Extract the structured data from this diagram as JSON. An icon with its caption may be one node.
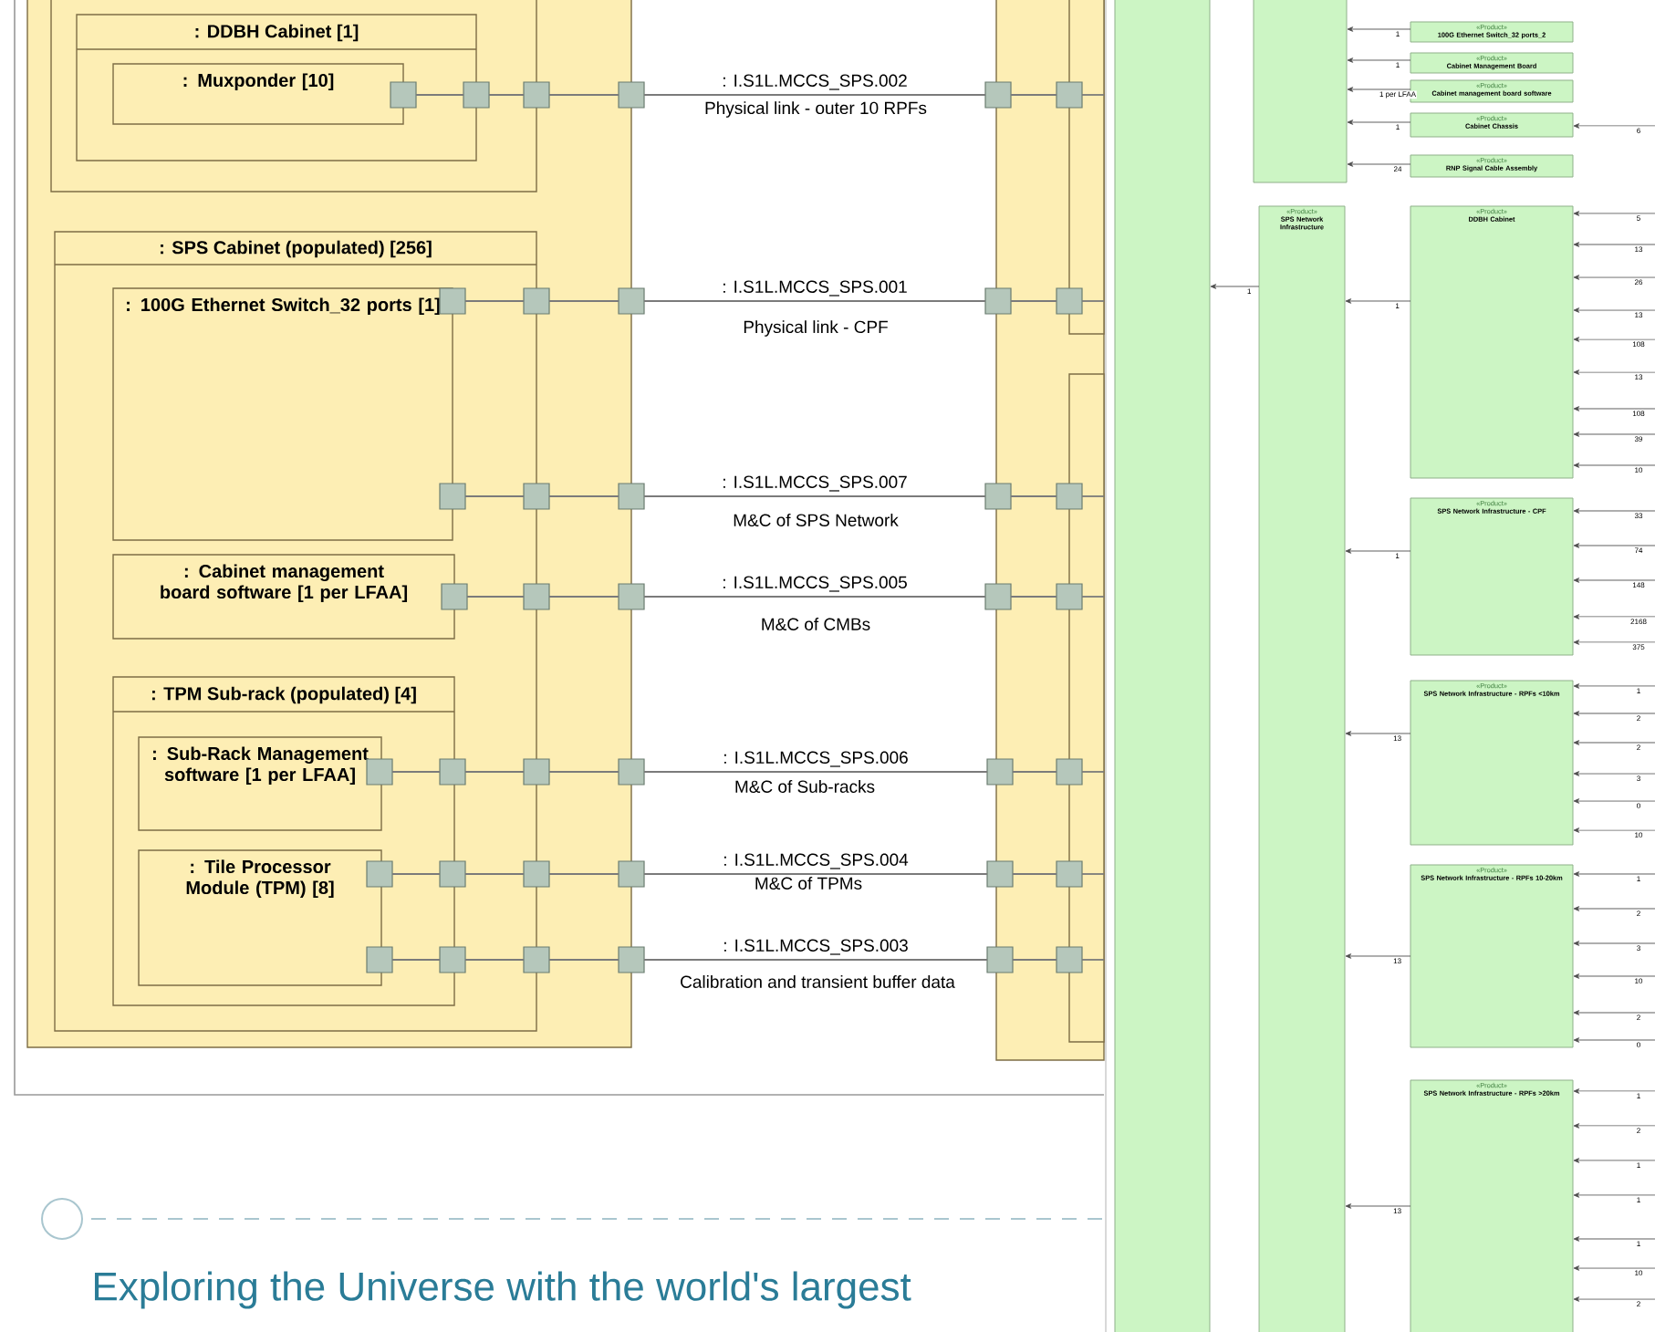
{
  "diagram": {
    "nodes": [
      {
        "text": [],
        "shape": "box"
      },
      {
        "text": [],
        "shape": "box",
        "in": 0
      },
      {
        "text": [
          ": DDBH Cabinet [1]"
        ],
        "in": 1
      },
      {
        "text": [
          ": Muxponder [10]"
        ],
        "in": 2
      },
      {
        "text": [
          ": SPS Cabinet (populated) [256]"
        ],
        "in": 0
      },
      {
        "text": [
          ": 100G Ethernet Switch_32 ports [1]"
        ],
        "in": 4
      },
      {
        "text": [
          ": Cabinet management board software [1 per LFAA]"
        ],
        "in": 4
      },
      {
        "text": [
          ": TPM Sub-rack (populated) [4]"
        ],
        "in": 4
      },
      {
        "text": [
          ": Sub-Rack Management software [1 per LFAA]"
        ],
        "in": 7
      },
      {
        "text": [
          ": Tile Processor Module (TPM) [8]"
        ],
        "in": 7
      },
      {
        "text": [],
        "shape": "box"
      },
      {
        "text": [],
        "shape": "box",
        "in": 10
      },
      {
        "text": [],
        "shape": "box",
        "in": 10
      },
      {
        "text": [],
        "shape": "box",
        "in": 2
      },
      {
        "text": [],
        "shape": "box",
        "in": 1
      },
      {
        "text": [],
        "shape": "box",
        "in": 0
      },
      {
        "text": [],
        "shape": "box"
      },
      {
        "text": [],
        "shape": "box"
      },
      {
        "text": [],
        "shape": "box",
        "in": 10
      },
      {
        "text": [],
        "shape": "box",
        "in": 4
      },
      {
        "text": [],
        "shape": "box",
        "in": 0
      },
      {
        "text": [],
        "shape": "box"
      },
      {
        "text": [],
        "shape": "box"
      },
      {
        "text": [],
        "shape": "box",
        "in": 10
      },
      {
        "text": [],
        "shape": "box",
        "in": 4
      },
      {
        "text": [],
        "shape": "box",
        "in": 0
      },
      {
        "text": [],
        "shape": "box"
      },
      {
        "text": [],
        "shape": "box"
      },
      {
        "text": [],
        "shape": "box",
        "in": 10
      },
      {
        "text": [],
        "shape": "box",
        "in": 4
      },
      {
        "text": [],
        "shape": "box",
        "in": 0
      },
      {
        "text": [],
        "shape": "box"
      },
      {
        "text": [],
        "shape": "box"
      },
      {
        "text": [],
        "shape": "box",
        "in": 10
      },
      {
        "text": [],
        "shape": "box",
        "in": 7
      },
      {
        "text": [],
        "shape": "box",
        "in": 4
      },
      {
        "text": [],
        "shape": "box",
        "in": 0
      },
      {
        "text": [],
        "shape": "box"
      },
      {
        "text": [],
        "shape": "box"
      },
      {
        "text": [],
        "shape": "box",
        "in": 10
      },
      {
        "text": [],
        "shape": "box",
        "in": 7
      },
      {
        "text": [],
        "shape": "box",
        "in": 4
      },
      {
        "text": [],
        "shape": "box",
        "in": 0
      },
      {
        "text": [],
        "shape": "box"
      },
      {
        "text": [],
        "shape": "box"
      },
      {
        "text": [],
        "shape": "box",
        "in": 10
      },
      {
        "text": [],
        "shape": "box",
        "in": 7
      },
      {
        "text": [],
        "shape": "box",
        "in": 4
      },
      {
        "text": [],
        "shape": "box",
        "in": 0
      },
      {
        "text": [],
        "shape": "box"
      },
      {
        "text": [],
        "shape": "box"
      },
      {
        "text": [],
        "shape": "box",
        "in": 10
      },
      {
        "text": [],
        "shape": "box"
      },
      {
        "text": [],
        "shape": "box"
      },
      {
        "text": [
          "«Product»",
          "100G Ethernet Switch_32 ports_2"
        ]
      },
      {
        "text": [
          "«Product»",
          "Cabinet Management Board"
        ]
      },
      {
        "text": [
          "«Product»",
          "Cabinet management board software"
        ]
      },
      {
        "text": [
          "«Product»",
          "Cabinet Chassis"
        ]
      },
      {
        "text": [
          "«Product»",
          "RNP Signal Cable Assembly"
        ]
      },
      {
        "text": [
          "«Product»",
          "SPS Network Infrastructure"
        ]
      },
      {
        "text": [
          "«Product»",
          "DDBH Cabinet"
        ]
      },
      {
        "text": [
          "«Product»",
          "SPS Network Infrastructure - CPF"
        ]
      },
      {
        "text": [
          "«Product»",
          "SPS Network Infrastructure - RPFs <10km"
        ]
      },
      {
        "text": [
          "«Product»",
          "SPS Network Infrastructure - RPFs 10-20km"
        ]
      },
      {
        "text": [
          "«Product»",
          "SPS Network Infrastructure - RPFs >20km"
        ]
      }
    ],
    "edges": [
      {
        "from": 13,
        "to": 14,
        "arrow": "none"
      },
      {
        "from": 14,
        "to": 15,
        "arrow": "none"
      },
      {
        "from": 15,
        "to": 16,
        "arrow": "none"
      },
      {
        "from": 16,
        "to": 17,
        "arrow": "none",
        "label": ": I.S1L.MCCS_SPS.002"
      },
      {
        "from": 17,
        "to": 18,
        "arrow": "none"
      },
      {
        "from": 18,
        "to": 11,
        "arrow": "none"
      },
      {
        "from": 19,
        "to": 20,
        "arrow": "none"
      },
      {
        "from": 20,
        "to": 21,
        "arrow": "none"
      },
      {
        "from": 21,
        "to": 22,
        "arrow": "none",
        "label": ": I.S1L.MCCS_SPS.001"
      },
      {
        "from": 22,
        "to": 23,
        "arrow": "none"
      },
      {
        "from": 23,
        "to": 11,
        "arrow": "none"
      },
      {
        "from": 24,
        "to": 25,
        "arrow": "none"
      },
      {
        "from": 25,
        "to": 26,
        "arrow": "none"
      },
      {
        "from": 26,
        "to": 27,
        "arrow": "none",
        "label": ": I.S1L.MCCS_SPS.007"
      },
      {
        "from": 27,
        "to": 28,
        "arrow": "none"
      },
      {
        "from": 28,
        "to": 12,
        "arrow": "none"
      },
      {
        "from": 29,
        "to": 30,
        "arrow": "none"
      },
      {
        "from": 30,
        "to": 31,
        "arrow": "none"
      },
      {
        "from": 31,
        "to": 32,
        "arrow": "none",
        "label": ": I.S1L.MCCS_SPS.005"
      },
      {
        "from": 32,
        "to": 33,
        "arrow": "none"
      },
      {
        "from": 33,
        "to": 12,
        "arrow": "none"
      },
      {
        "from": 34,
        "to": 35,
        "arrow": "none"
      },
      {
        "from": 35,
        "to": 36,
        "arrow": "none"
      },
      {
        "from": 36,
        "to": 37,
        "arrow": "none"
      },
      {
        "from": 37,
        "to": 38,
        "arrow": "none",
        "label": ": I.S1L.MCCS_SPS.006"
      },
      {
        "from": 38,
        "to": 39,
        "arrow": "none"
      },
      {
        "from": 39,
        "to": 12,
        "arrow": "none"
      },
      {
        "from": 40,
        "to": 41,
        "arrow": "none"
      },
      {
        "from": 41,
        "to": 42,
        "arrow": "none"
      },
      {
        "from": 42,
        "to": 43,
        "arrow": "none"
      },
      {
        "from": 43,
        "to": 44,
        "arrow": "none",
        "label": ": I.S1L.MCCS_SPS.004"
      },
      {
        "from": 44,
        "to": 45,
        "arrow": "none"
      },
      {
        "from": 45,
        "to": 12,
        "arrow": "none"
      },
      {
        "from": 46,
        "to": 47,
        "arrow": "none"
      },
      {
        "from": 47,
        "to": 48,
        "arrow": "none"
      },
      {
        "from": 48,
        "to": 49,
        "arrow": "none"
      },
      {
        "from": 49,
        "to": 50,
        "arrow": "none",
        "label": ": I.S1L.MCCS_SPS.003"
      },
      {
        "from": 50,
        "to": 51,
        "arrow": "none"
      },
      {
        "from": 51,
        "to": 12,
        "arrow": "none"
      },
      {
        "from": 54,
        "to": 53,
        "arrow": "to",
        "label": "1"
      },
      {
        "from": 55,
        "to": 53,
        "arrow": "to",
        "label": "1"
      },
      {
        "from": 56,
        "to": 53,
        "arrow": "to",
        "label": "1 per LFAA"
      },
      {
        "from": 57,
        "to": 53,
        "arrow": "to",
        "label": "1"
      },
      {
        "from": 58,
        "to": 53,
        "arrow": "to",
        "label": "24"
      },
      {
        "from": null,
        "to": 57,
        "arrow": "to",
        "label": "6"
      },
      {
        "from": 59,
        "to": 52,
        "arrow": "to",
        "label": "1"
      },
      {
        "from": 60,
        "to": 59,
        "arrow": "to",
        "label": "1"
      },
      {
        "from": 61,
        "to": 59,
        "arrow": "to",
        "label": "1"
      },
      {
        "from": 62,
        "to": 59,
        "arrow": "to",
        "label": "13"
      },
      {
        "from": 63,
        "to": 59,
        "arrow": "to",
        "label": "13"
      },
      {
        "from": 64,
        "to": 59,
        "arrow": "to",
        "label": "13"
      },
      {
        "from": null,
        "to": 60,
        "arrow": "to",
        "label": "5"
      },
      {
        "from": null,
        "to": 60,
        "arrow": "to",
        "label": "13"
      },
      {
        "from": null,
        "to": 60,
        "arrow": "to",
        "label": "26"
      },
      {
        "from": null,
        "to": 60,
        "arrow": "to",
        "label": "13"
      },
      {
        "from": null,
        "to": 60,
        "arrow": "to",
        "label": "108"
      },
      {
        "from": null,
        "to": 60,
        "arrow": "to",
        "label": "13"
      },
      {
        "from": null,
        "to": 60,
        "arrow": "to",
        "label": "108"
      },
      {
        "from": null,
        "to": 60,
        "arrow": "to",
        "label": "39"
      },
      {
        "from": null,
        "to": 60,
        "arrow": "to",
        "label": "10"
      },
      {
        "from": null,
        "to": 61,
        "arrow": "to",
        "label": "33"
      },
      {
        "from": null,
        "to": 61,
        "arrow": "to",
        "label": "74"
      },
      {
        "from": null,
        "to": 61,
        "arrow": "to",
        "label": "148"
      },
      {
        "from": null,
        "to": 61,
        "arrow": "to",
        "label": "2168"
      },
      {
        "from": null,
        "to": 61,
        "arrow": "to",
        "label": "375"
      },
      {
        "from": null,
        "to": 62,
        "arrow": "to",
        "label": "1"
      },
      {
        "from": null,
        "to": 62,
        "arrow": "to",
        "label": "2"
      },
      {
        "from": null,
        "to": 62,
        "arrow": "to",
        "label": "2"
      },
      {
        "from": null,
        "to": 62,
        "arrow": "to",
        "label": "3"
      },
      {
        "from": null,
        "to": 62,
        "arrow": "to",
        "label": "0"
      },
      {
        "from": null,
        "to": 62,
        "arrow": "to",
        "label": "10"
      },
      {
        "from": null,
        "to": 63,
        "arrow": "to",
        "label": "1"
      },
      {
        "from": null,
        "to": 63,
        "arrow": "to",
        "label": "2"
      },
      {
        "from": null,
        "to": 63,
        "arrow": "to",
        "label": "3"
      },
      {
        "from": null,
        "to": 63,
        "arrow": "to",
        "label": "10"
      },
      {
        "from": null,
        "to": 63,
        "arrow": "to",
        "label": "2"
      },
      {
        "from": null,
        "to": 63,
        "arrow": "to",
        "label": "0"
      },
      {
        "from": null,
        "to": 64,
        "arrow": "to",
        "label": "1"
      },
      {
        "from": null,
        "to": 64,
        "arrow": "to",
        "label": "2"
      },
      {
        "from": null,
        "to": 64,
        "arrow": "to",
        "label": "1"
      },
      {
        "from": null,
        "to": 64,
        "arrow": "to",
        "label": "1"
      },
      {
        "from": null,
        "to": 64,
        "arrow": "to",
        "label": "1"
      },
      {
        "from": null,
        "to": 64,
        "arrow": "to",
        "label": "10"
      },
      {
        "from": null,
        "to": 64,
        "arrow": "to",
        "label": "2"
      }
    ],
    "labels": [
      "Physical link - outer 10 RPFs",
      "Physical link - CPF",
      "M&C of SPS Network",
      "M&C of CMBs",
      "M&C of Sub-racks",
      "M&C of TPMs",
      "Calibration and transient buffer data",
      "Exploring the Universe with the world's largest"
    ]
  }
}
